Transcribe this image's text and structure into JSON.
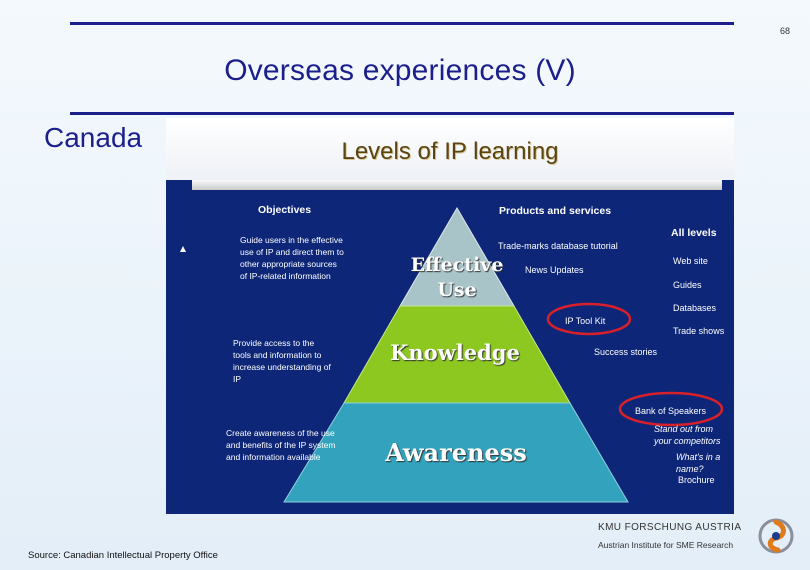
{
  "slide": {
    "page_number": "68",
    "title": "Overseas experiences (V)",
    "country": "Canada",
    "source": "Source: Canadian Intellectual Property Office"
  },
  "diagram": {
    "title": "Levels of IP learning",
    "objectives_header": "Objectives",
    "products_header": "Products and services",
    "all_levels_header": "All levels",
    "objectives": [
      "Guide users in the effective use of IP and direct them to other appropriate sources of IP-related information",
      "Provide access to the tools and information to increase understanding of IP",
      "Create awareness of the use and benefits of the IP system and information available"
    ],
    "levels": [
      {
        "line1": "Effective",
        "line2": "Use",
        "color": "#a9c4c8"
      },
      {
        "line1": "Knowledge",
        "color": "#8cc820"
      },
      {
        "line1": "Awareness",
        "color": "#33a3bd"
      }
    ],
    "products": [
      "Trade-marks database tutorial",
      "News Updates",
      "IP Tool Kit",
      "Success stories",
      "Bank of Speakers",
      "Stand out from your competitors",
      "What's in a name?",
      "Brochure"
    ],
    "all_levels": [
      "Web site",
      "Guides",
      "Databases",
      "Trade shows"
    ],
    "highlight_color": "#d8202a"
  },
  "logo": {
    "name": "KMU FORSCHUNG AUSTRIA",
    "subtitle": "Austrian Institute for SME Research"
  }
}
